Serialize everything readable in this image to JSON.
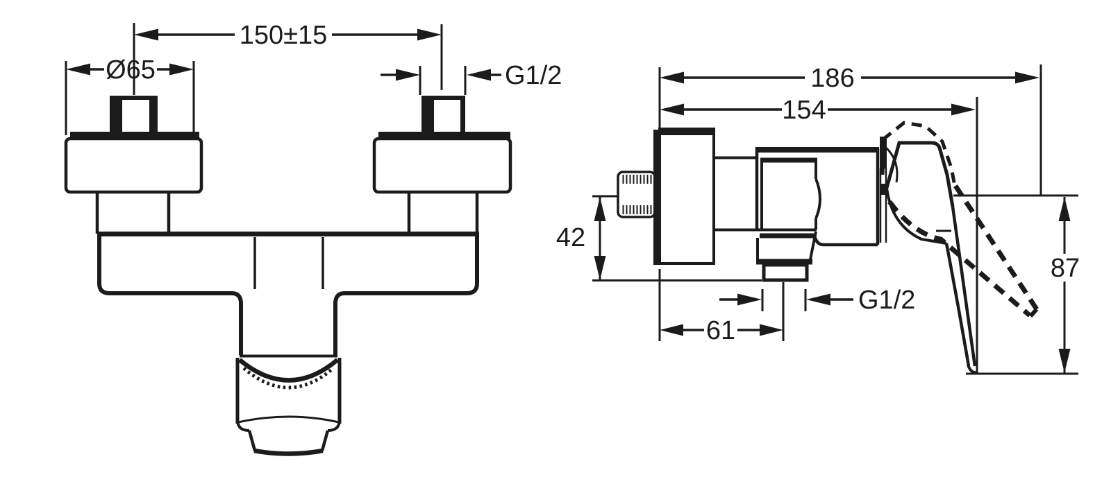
{
  "page": {
    "background": "#ffffff",
    "line_color": "#1b1b1b"
  },
  "drawing": {
    "subject": "wall-mounted single-lever shower mixer - dimensional drawing, front and side views",
    "front_view": {
      "dims": {
        "center_distance": "150±15",
        "escutcheon_diameter": "Ø65",
        "inlet_thread": "G1/2"
      }
    },
    "side_view": {
      "dims": {
        "depth_total": "186",
        "depth_body": "154",
        "inlet_axis_to_base": "42",
        "handle_travel_height": "87",
        "outlet_offset": "61",
        "outlet_thread": "G1/2"
      }
    }
  }
}
